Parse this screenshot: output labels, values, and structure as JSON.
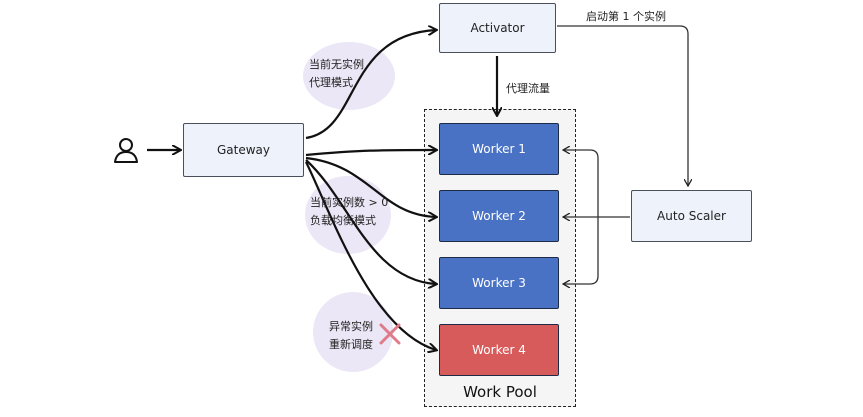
{
  "nodes": {
    "activator": "Activator",
    "gateway": "Gateway",
    "auto_scaler": "Auto Scaler",
    "workers": [
      {
        "label": "Worker 1",
        "status": "healthy"
      },
      {
        "label": "Worker 2",
        "status": "healthy"
      },
      {
        "label": "Worker 3",
        "status": "healthy"
      },
      {
        "label": "Worker 4",
        "status": "failed"
      }
    ]
  },
  "pool_label": "Work Pool",
  "annotations": {
    "no_instance_line1": "当前无实例",
    "no_instance_line2": "代理模式",
    "load_balance_line1": "当前实例数 > 0",
    "load_balance_line2": "负载均衡模式",
    "reschedule_line1": "异常实例",
    "reschedule_line2": "重新调度",
    "proxy_traffic": "代理流量",
    "start_first_instance": "启动第 1 个实例"
  },
  "colors": {
    "worker_fill": "#4a72c4",
    "failed_fill": "#d85b5b",
    "node_fill": "#eef2fb",
    "bubble_fill": "#ebe7f6",
    "cross": "#e07b8a"
  },
  "icons": {
    "user": "user-icon",
    "failure": "cross-icon"
  }
}
